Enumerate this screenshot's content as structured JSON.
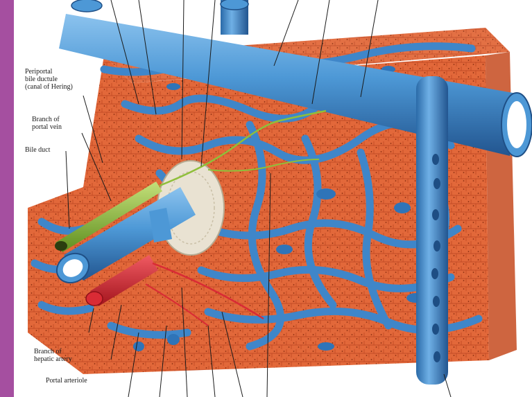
{
  "colors": {
    "background": "#ffffff",
    "side_border": "#a54fa0",
    "parenchyma": "#e2683a",
    "parenchyma_dark": "#b9431f",
    "sinusoid": "#3f86c9",
    "vein": "#4d98d6",
    "vein_dark": "#2a5f98",
    "artery": "#d92b35",
    "bile": "#8fbf3a"
  },
  "labels": {
    "periportal_bile_ductule": [
      "Periportal",
      "bile ductule",
      "(canal of Hering)"
    ],
    "branch_of_portal_vein": [
      "Branch of",
      "portal vein"
    ],
    "bile_duct": "Bile duct",
    "branch_of_hepatic_artery": [
      "Branch of",
      "hepatic artery"
    ],
    "portal_arteriole": "Portal arteriole"
  },
  "icons": {
    "parenchyma": "liver-parenchyma-block-icon",
    "central_vein": "sublobular-vein-icon",
    "portal_vein": "portal-vein-branch-icon",
    "hepatic_artery": "hepatic-artery-branch-icon",
    "bile_duct": "bile-duct-icon"
  }
}
